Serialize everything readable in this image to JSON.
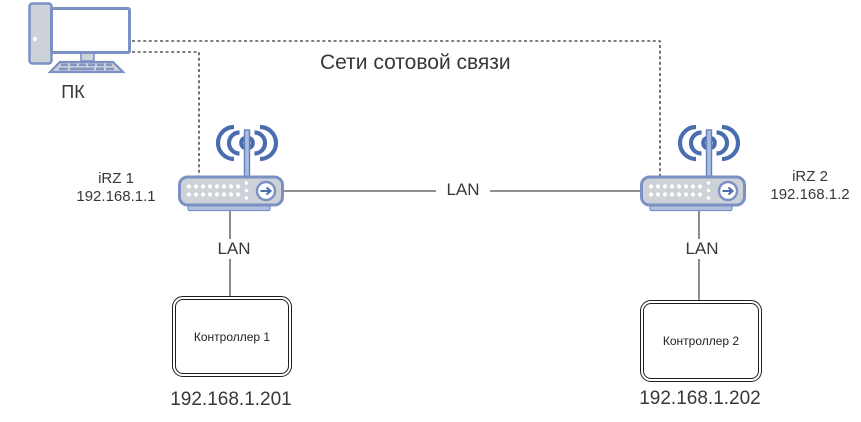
{
  "colors": {
    "device_stroke": "#7b90c5",
    "device_fill": "#cdd1d8",
    "wifi_accent": "#4a6db0",
    "shadow_fill": "#b3c0de",
    "line": "#4d4d4d",
    "dashed_line": "#000000",
    "text": "#383838",
    "box_border": "#1f1f1f"
  },
  "pc": {
    "label": "ПК"
  },
  "cellular": {
    "label": "Сети сотовой связи"
  },
  "routers": [
    {
      "name": "iRZ 1",
      "ip": "192.168.1.1"
    },
    {
      "name": "iRZ 2",
      "ip": "192.168.1.2"
    }
  ],
  "links": {
    "router_to_router": "LAN",
    "router1_to_controller1": "LAN",
    "router2_to_controller2": "LAN"
  },
  "controllers": [
    {
      "label": "Контроллер 1",
      "ip": "192.168.1.201"
    },
    {
      "label": "Контроллер 2",
      "ip": "192.168.1.202"
    }
  ]
}
